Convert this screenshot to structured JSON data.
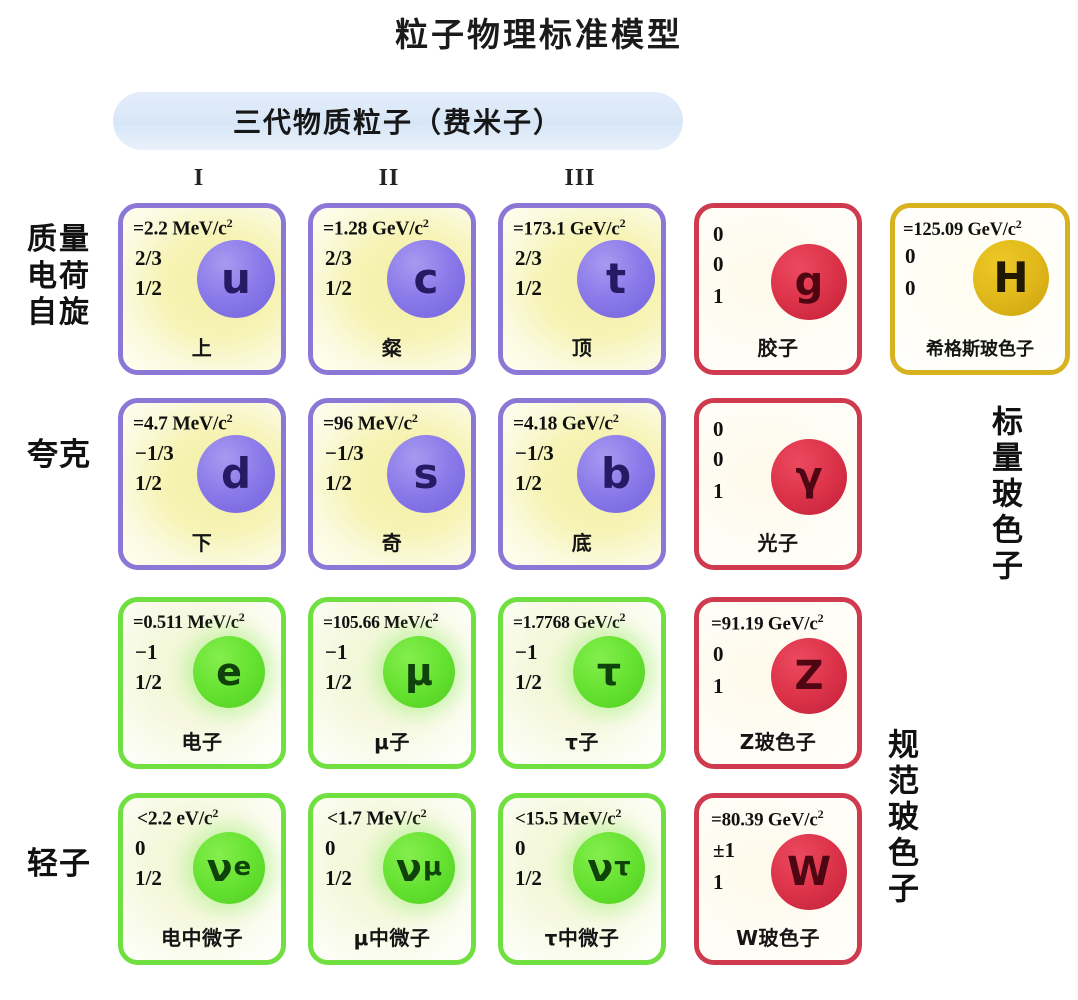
{
  "header": {
    "title": "粒子物理标准模型"
  },
  "generations_banner": {
    "label": "三代物质粒子（费米子）",
    "numerals": [
      "I",
      "II",
      "III"
    ]
  },
  "axis_labels": {
    "mass": "质量",
    "charge": "电荷",
    "spin": "自旋"
  },
  "row_labels": {
    "quarks": "夸克",
    "leptons": "轻子"
  },
  "column_labels": {
    "gauge_bosons": "规范玻色子",
    "scalar_boson": "标量玻色子"
  },
  "colors": {
    "quark_border": "#8b78d6",
    "quark_bubble": "#8b7ae9",
    "lepton_border": "#6fe040",
    "lepton_bubble": "#66e231",
    "boson_border": "#cf3a4e",
    "boson_bubble": "#dc3349",
    "higgs_border": "#d9b21f",
    "higgs_bubble": "#e0b81a",
    "banner_background": "#d7e6f7"
  },
  "particles": {
    "up": {
      "mass": "=2.2 MeV/c",
      "mass_sup": "2",
      "charge": "2/3",
      "spin": "1/2",
      "symbol": "u",
      "symbol_sub": "",
      "name": "上",
      "icon": "quark-bubble-u"
    },
    "charm": {
      "mass": "=1.28 GeV/c",
      "mass_sup": "2",
      "charge": "2/3",
      "spin": "1/2",
      "symbol": "c",
      "symbol_sub": "",
      "name": "粲",
      "icon": "quark-bubble-c"
    },
    "top": {
      "mass": "=173.1 GeV/c",
      "mass_sup": "2",
      "charge": "2/3",
      "spin": "1/2",
      "symbol": "t",
      "symbol_sub": "",
      "name": "顶",
      "icon": "quark-bubble-t"
    },
    "gluon": {
      "mass": "0",
      "mass_sup": "",
      "charge": "0",
      "spin": "1",
      "symbol": "g",
      "symbol_sub": "",
      "name": "胶子",
      "icon": "boson-bubble-g"
    },
    "higgs": {
      "mass": "=125.09 GeV/c",
      "mass_sup": "2",
      "charge": "0",
      "spin": "0",
      "symbol": "H",
      "symbol_sub": "",
      "name": "希格斯玻色子",
      "icon": "higgs-bubble-h"
    },
    "down": {
      "mass": "=4.7 MeV/c",
      "mass_sup": "2",
      "charge": "−1/3",
      "spin": "1/2",
      "symbol": "d",
      "symbol_sub": "",
      "name": "下",
      "icon": "quark-bubble-d"
    },
    "strange": {
      "mass": "=96 MeV/c",
      "mass_sup": "2",
      "charge": "−1/3",
      "spin": "1/2",
      "symbol": "s",
      "symbol_sub": "",
      "name": "奇",
      "icon": "quark-bubble-s"
    },
    "bottom": {
      "mass": "=4.18 GeV/c",
      "mass_sup": "2",
      "charge": "−1/3",
      "spin": "1/2",
      "symbol": "b",
      "symbol_sub": "",
      "name": "底",
      "icon": "quark-bubble-b"
    },
    "photon": {
      "mass": "0",
      "mass_sup": "",
      "charge": "0",
      "spin": "1",
      "symbol": "γ",
      "symbol_sub": "",
      "name": "光子",
      "icon": "boson-bubble-photon"
    },
    "electron": {
      "mass": "=0.511 MeV/c",
      "mass_sup": "2",
      "charge": "−1",
      "spin": "1/2",
      "symbol": "e",
      "symbol_sub": "",
      "name": "电子",
      "icon": "lepton-bubble-e"
    },
    "muon": {
      "mass": "=105.66 MeV/c",
      "mass_sup": "2",
      "charge": "−1",
      "spin": "1/2",
      "symbol": "μ",
      "symbol_sub": "",
      "name": "μ子",
      "icon": "lepton-bubble-mu"
    },
    "tau": {
      "mass": "=1.7768 GeV/c",
      "mass_sup": "2",
      "charge": "−1",
      "spin": "1/2",
      "symbol": "τ",
      "symbol_sub": "",
      "name": "τ子",
      "icon": "lepton-bubble-tau"
    },
    "zboson": {
      "mass": "=91.19 GeV/c",
      "mass_sup": "2",
      "charge": "0",
      "spin": "1",
      "symbol": "Z",
      "symbol_sub": "",
      "name": "Z玻色子",
      "icon": "boson-bubble-z"
    },
    "e_neutrino": {
      "mass": "<2.2 eV/c",
      "mass_sup": "2",
      "charge": "0",
      "spin": "1/2",
      "symbol": "ν",
      "symbol_sub": "e",
      "name": "电中微子",
      "icon": "lepton-bubble-nu-e"
    },
    "mu_neutrino": {
      "mass": "<1.7 MeV/c",
      "mass_sup": "2",
      "charge": "0",
      "spin": "1/2",
      "symbol": "ν",
      "symbol_sub": "μ",
      "name": "μ中微子",
      "icon": "lepton-bubble-nu-mu"
    },
    "tau_neutrino": {
      "mass": "<15.5 MeV/c",
      "mass_sup": "2",
      "charge": "0",
      "spin": "1/2",
      "symbol": "ν",
      "symbol_sub": "τ",
      "name": "τ中微子",
      "icon": "lepton-bubble-nu-tau"
    },
    "wboson": {
      "mass": "=80.39 GeV/c",
      "mass_sup": "2",
      "charge": "±1",
      "spin": "1",
      "symbol": "W",
      "symbol_sub": "",
      "name": "W玻色子",
      "icon": "boson-bubble-w"
    }
  }
}
